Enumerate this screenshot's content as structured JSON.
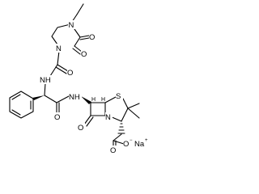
{
  "molecule": {
    "atom_labels": {
      "n_top": "N",
      "n_ring": "N",
      "o_top": "O",
      "o_ring": "O",
      "o_urea": "O",
      "nh_urea": "NH",
      "nh_amide": "NH",
      "o_amide": "O",
      "s": "S",
      "n_lactam": "N",
      "o_lactam": "O",
      "h_wedge_left": "H",
      "h_wedge_right": "H",
      "o_carboxyl": "O",
      "o_minus": "O",
      "na": "Na"
    },
    "charges": {
      "o_minus": "−",
      "na": "+"
    }
  }
}
